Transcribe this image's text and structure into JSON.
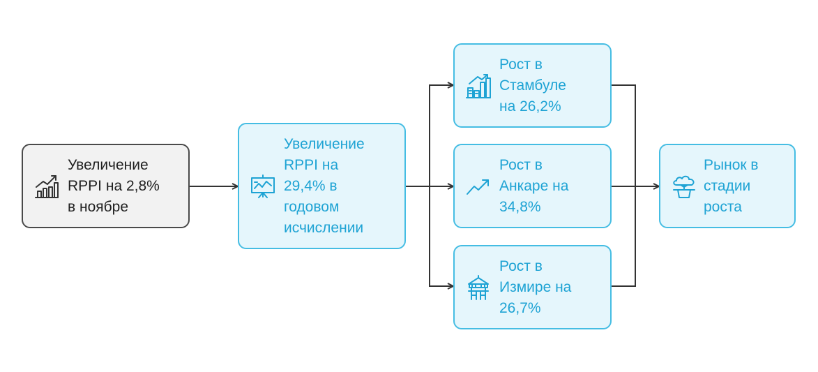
{
  "nodes": {
    "n1": {
      "lines": [
        "Увеличение",
        "RPPI на 2,8%",
        "в ноябре"
      ],
      "icon": "growth-chart-icon"
    },
    "n2": {
      "lines": [
        "Увеличение",
        "RPPI на",
        "29,4% в",
        "годовом",
        "исчислении"
      ],
      "icon": "presentation-chart-icon"
    },
    "n3": {
      "lines": [
        "Рост в",
        "Стамбуле",
        "на 26,2%"
      ],
      "icon": "city-growth-icon"
    },
    "n4": {
      "lines": [
        "Рост в",
        "Анкаре на",
        "34,8%"
      ],
      "icon": "trend-up-icon"
    },
    "n5": {
      "lines": [
        "Рост в",
        "Измире на",
        "26,7%"
      ],
      "icon": "pavilion-icon"
    },
    "n6": {
      "lines": [
        "Рынок в",
        "стадии",
        "роста"
      ],
      "icon": "potted-tree-icon"
    }
  },
  "colors": {
    "gray_border": "#4a4a4a",
    "gray_fill": "#f2f2f2",
    "blue_border": "#45bde3",
    "blue_fill": "#e5f6fc",
    "blue_text": "#1ea3d4",
    "edge": "#333333"
  }
}
